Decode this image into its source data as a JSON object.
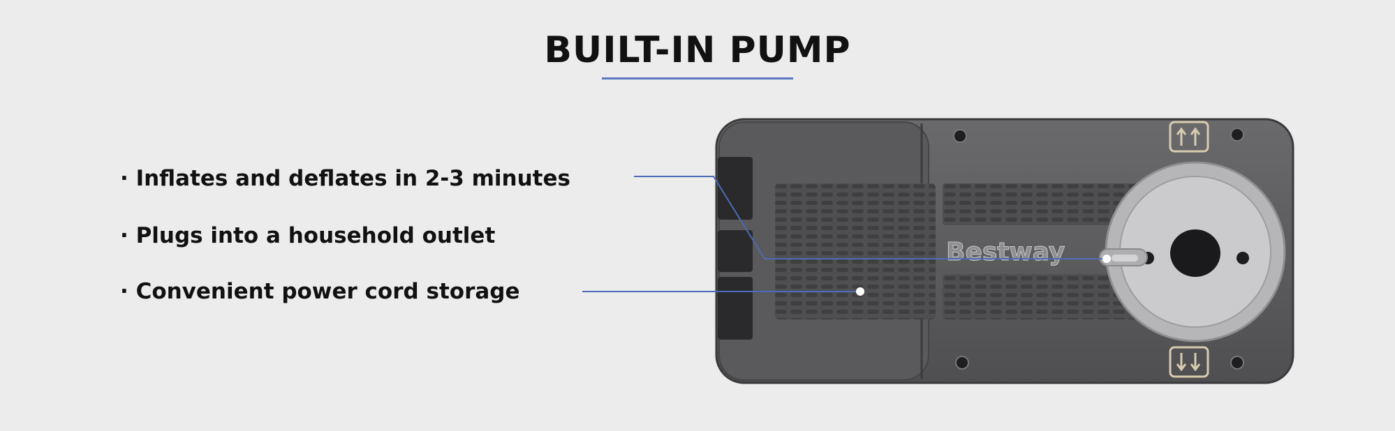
{
  "header": {
    "title": "BUILT-IN PUMP"
  },
  "features": [
    {
      "text": "· Inflates and deflates in 2-3 minutes"
    },
    {
      "text": "· Plugs into a household outlet"
    },
    {
      "text": "· Convenient power cord storage"
    }
  ],
  "product": {
    "brand": "Bestway"
  },
  "colors": {
    "background": "#ececec",
    "accent": "#5b76c2",
    "text": "#111111",
    "pump_body": "#5c5c5e",
    "valve": "#c9c9cb"
  }
}
